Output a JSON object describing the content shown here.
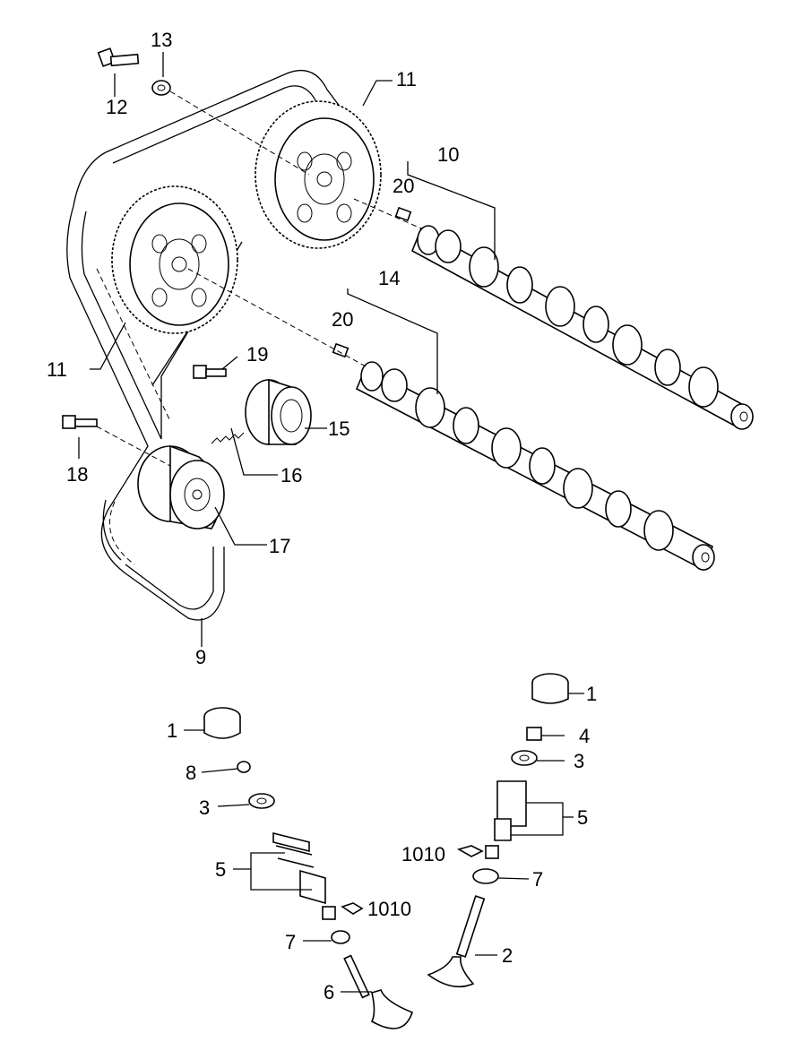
{
  "diagram": {
    "labels": {
      "p1a": "1",
      "p1b": "1",
      "p2": "2",
      "p3a": "3",
      "p3b": "3",
      "p4": "4",
      "p5a": "5",
      "p5b": "5",
      "p6": "6",
      "p7a": "7",
      "p7b": "7",
      "p8": "8",
      "p9": "9",
      "p10": "10",
      "p11a": "11",
      "p11b": "11",
      "p12": "12",
      "p13": "13",
      "p14": "14",
      "p15": "15",
      "p16": "16",
      "p17": "17",
      "p18": "18",
      "p19": "19",
      "p20a": "20",
      "p20b": "20",
      "p1010a": "1010",
      "p1010b": "1010"
    }
  }
}
